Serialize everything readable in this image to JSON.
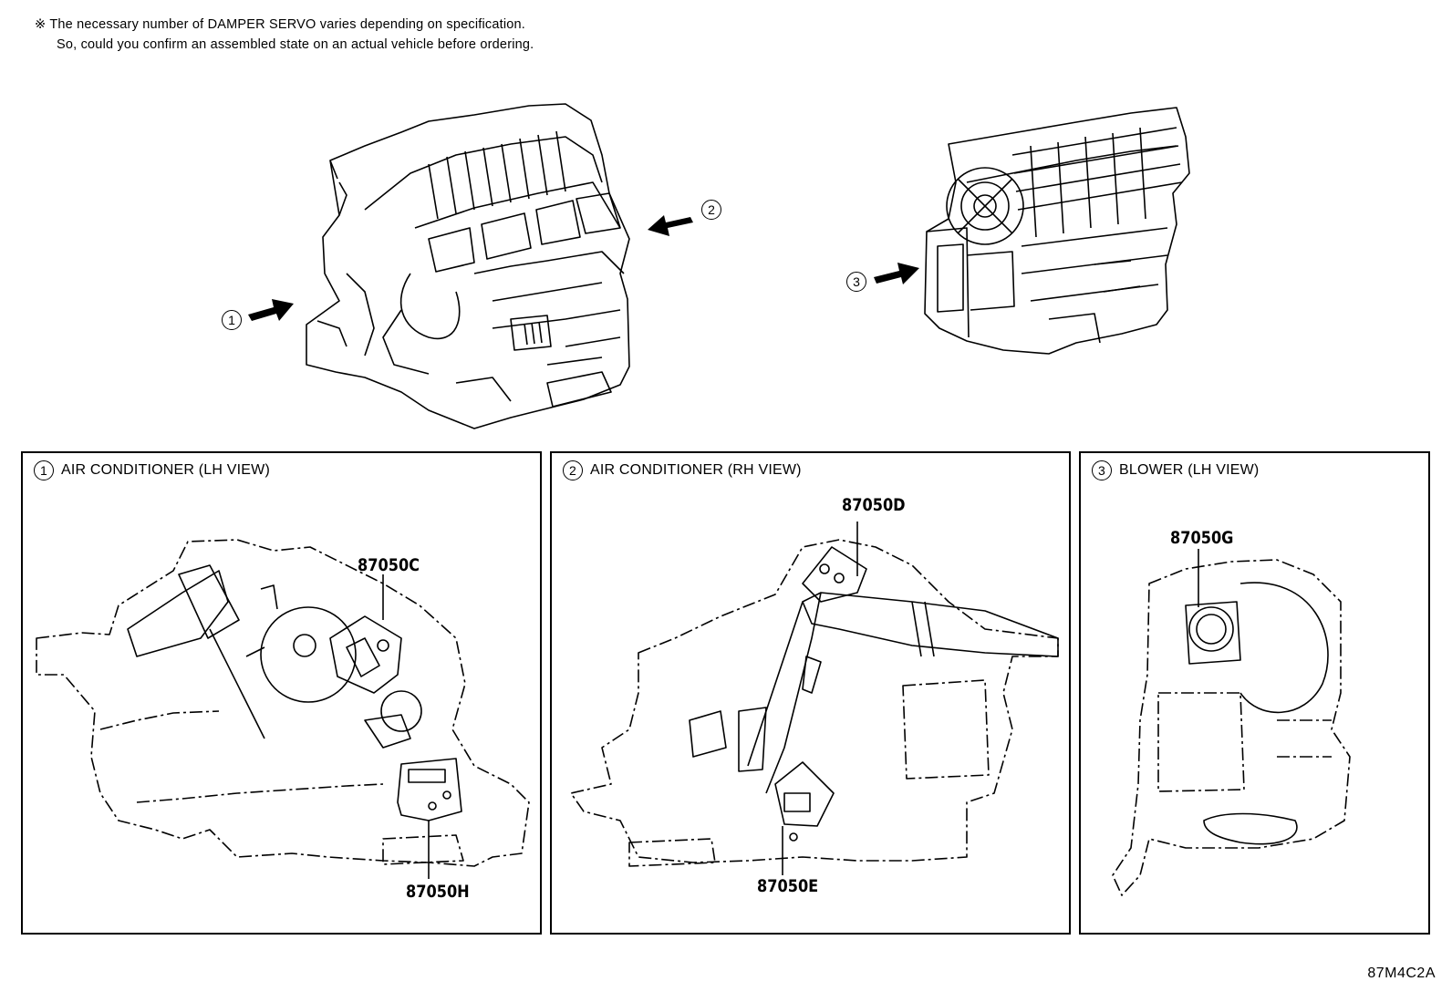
{
  "note": {
    "mark": "※",
    "line1": "The necessary number of DAMPER SERVO varies depending on specification.",
    "line2": "So, could you confirm an assembled state on an actual vehicle before ordering."
  },
  "overview": {
    "callouts": [
      "1",
      "2",
      "3"
    ]
  },
  "panels": [
    {
      "num": "1",
      "title": "AIR CONDITIONER (LH VIEW)",
      "parts": [
        "87050C",
        "87050H"
      ]
    },
    {
      "num": "2",
      "title": "AIR CONDITIONER (RH VIEW)",
      "parts": [
        "87050D",
        "87050E"
      ]
    },
    {
      "num": "3",
      "title": "BLOWER (LH VIEW)",
      "parts": [
        "87050G"
      ]
    }
  ],
  "diagram_code": "87M4C2A"
}
